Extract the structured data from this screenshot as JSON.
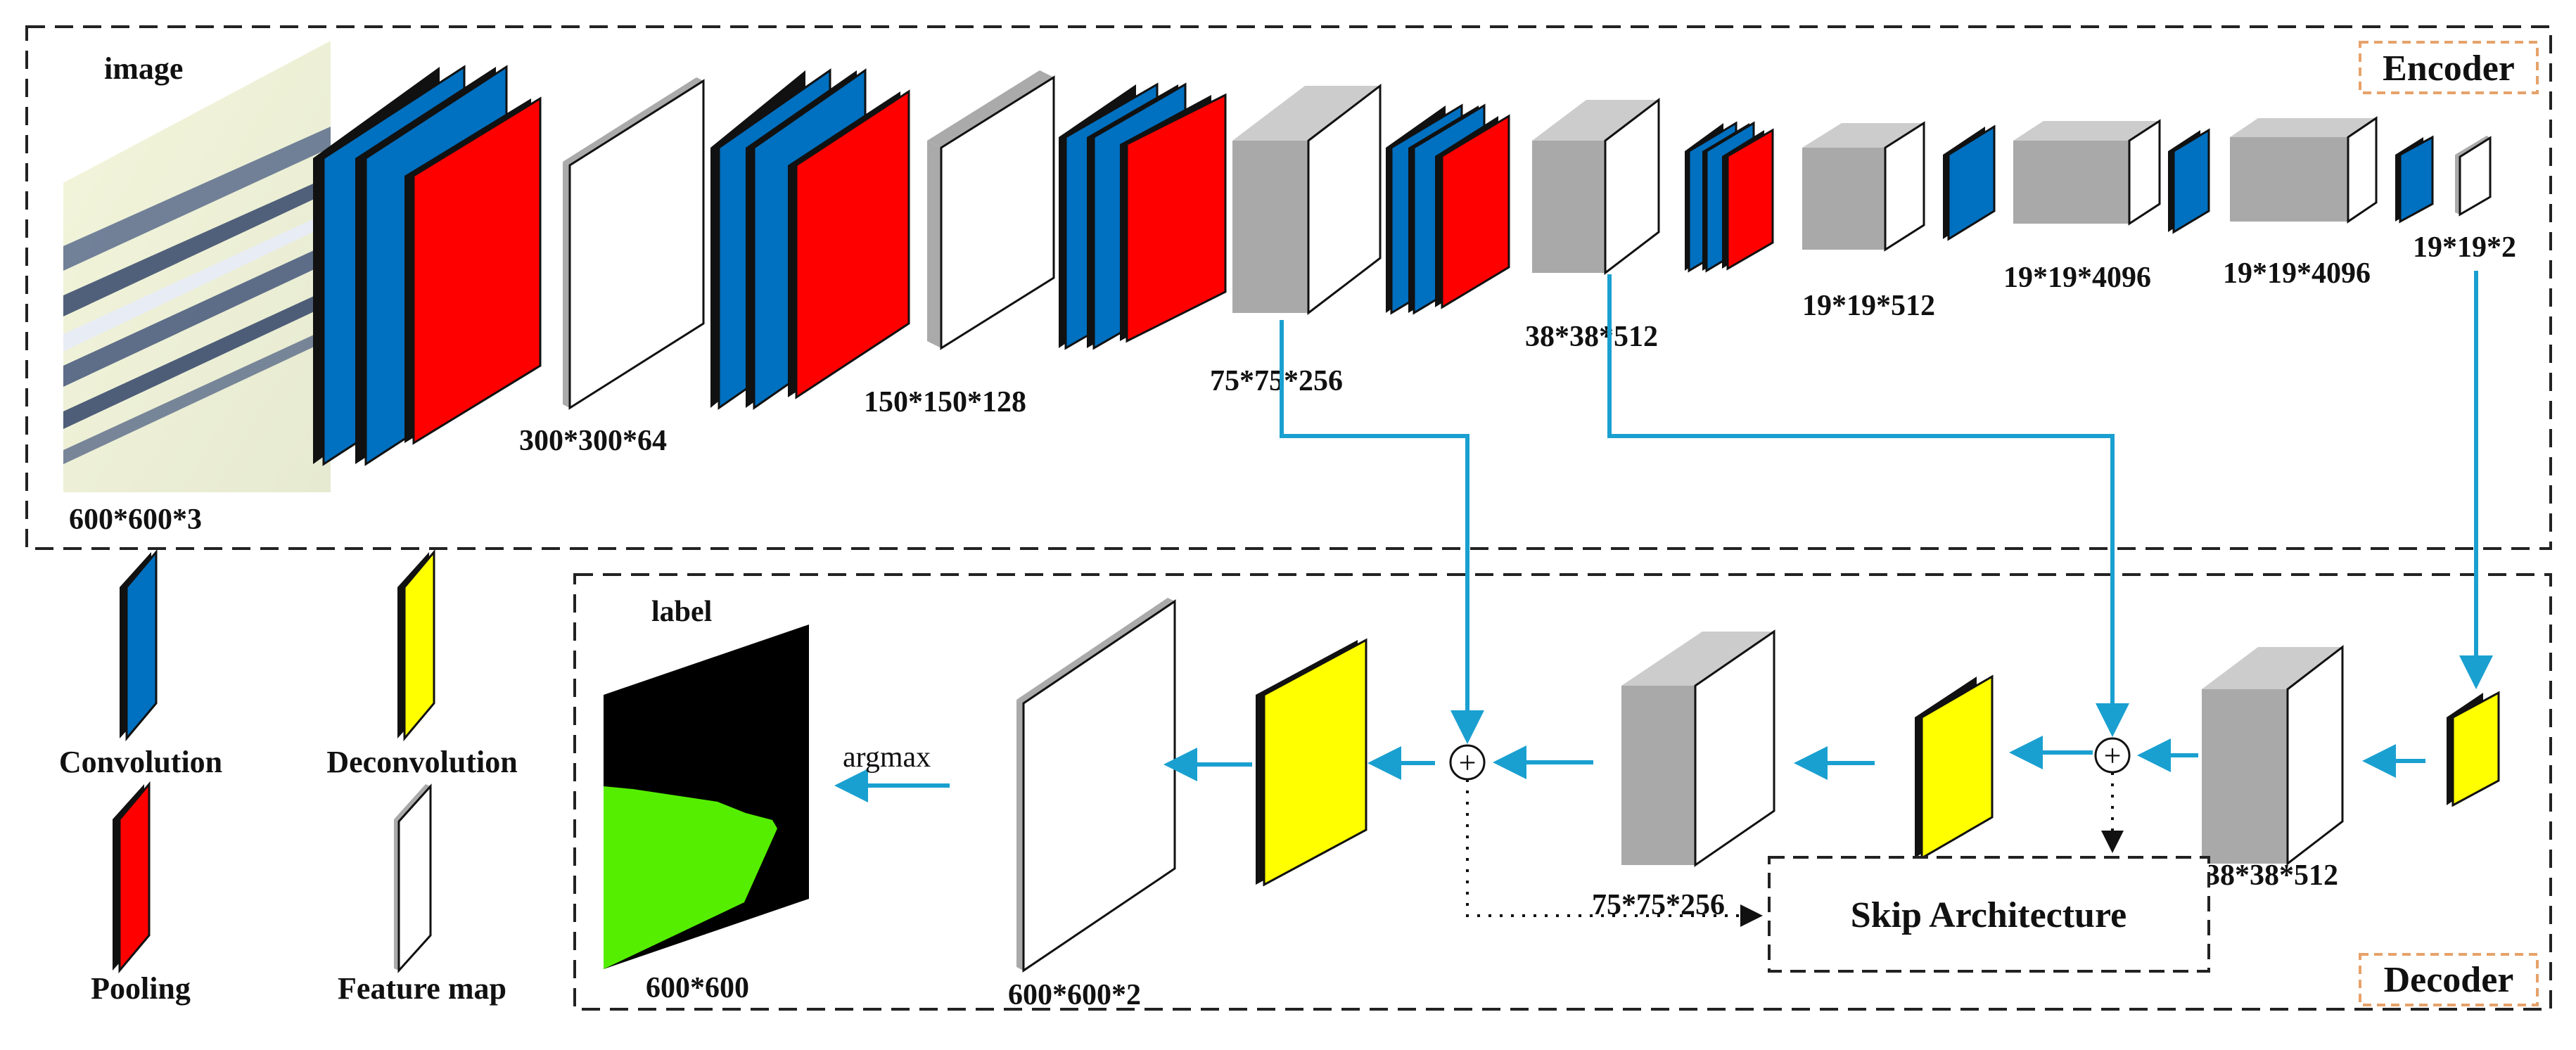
{
  "encoder": {
    "title": "Encoder",
    "image_label": "image",
    "image_dims": "600*600*3",
    "dims": [
      "300*300*64",
      "150*150*128",
      "75*75*256",
      "38*38*512",
      "19*19*512",
      "19*19*4096",
      "19*19*4096",
      "19*19*2"
    ]
  },
  "decoder": {
    "title": "Decoder",
    "label_title": "label",
    "label_dims": "600*600",
    "argmax": "argmax",
    "out_dims": "600*600*2",
    "dims_75": "75*75*256",
    "dims_38": "38*38*512",
    "skip": "Skip Architecture",
    "plus": "+"
  },
  "legend": {
    "convolution": "Convolution",
    "pooling": "Pooling",
    "deconvolution": "Deconvolution",
    "feature_map": "Feature map"
  },
  "colors": {
    "convolution": "#0070c0",
    "pooling": "#ff0000",
    "deconvolution": "#ffff00",
    "feature_map": "#ffffff",
    "arrow": "#1aa0d0",
    "box_tag_border": "#e6a26a",
    "side_gray": "#a9a9a9",
    "label_green": "#55ee00"
  }
}
